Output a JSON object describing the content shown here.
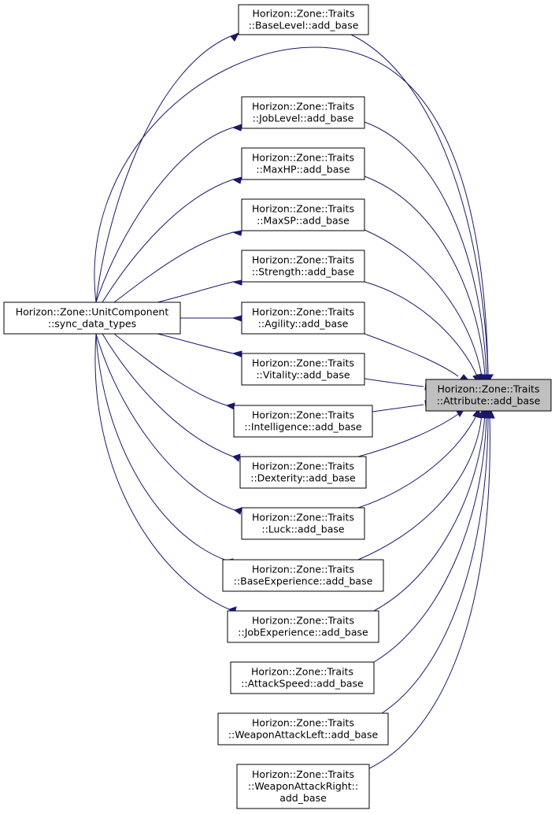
{
  "diagram": {
    "type": "caller-graph",
    "target": {
      "id": "attribute",
      "lines": [
        "Horizon::Zone::Traits",
        "::Attribute::add_base"
      ]
    },
    "caller_nodes": [
      {
        "id": "base_level",
        "lines": [
          "Horizon::Zone::Traits",
          "::BaseLevel::add_base"
        ]
      },
      {
        "id": "job_level",
        "lines": [
          "Horizon::Zone::Traits",
          "::JobLevel::add_base"
        ]
      },
      {
        "id": "max_hp",
        "lines": [
          "Horizon::Zone::Traits",
          "::MaxHP::add_base"
        ]
      },
      {
        "id": "max_sp",
        "lines": [
          "Horizon::Zone::Traits",
          "::MaxSP::add_base"
        ]
      },
      {
        "id": "strength",
        "lines": [
          "Horizon::Zone::Traits",
          "::Strength::add_base"
        ]
      },
      {
        "id": "agility",
        "lines": [
          "Horizon::Zone::Traits",
          "::Agility::add_base"
        ]
      },
      {
        "id": "vitality",
        "lines": [
          "Horizon::Zone::Traits",
          "::Vitality::add_base"
        ]
      },
      {
        "id": "intelligence",
        "lines": [
          "Horizon::Zone::Traits",
          "::Intelligence::add_base"
        ]
      },
      {
        "id": "dexterity",
        "lines": [
          "Horizon::Zone::Traits",
          "::Dexterity::add_base"
        ]
      },
      {
        "id": "luck",
        "lines": [
          "Horizon::Zone::Traits",
          "::Luck::add_base"
        ]
      },
      {
        "id": "base_experience",
        "lines": [
          "Horizon::Zone::Traits",
          "::BaseExperience::add_base"
        ]
      },
      {
        "id": "job_experience",
        "lines": [
          "Horizon::Zone::Traits",
          "::JobExperience::add_base"
        ]
      },
      {
        "id": "attack_speed",
        "lines": [
          "Horizon::Zone::Traits",
          "::AttackSpeed::add_base"
        ]
      },
      {
        "id": "weapon_attack_left",
        "lines": [
          "Horizon::Zone::Traits",
          "::WeaponAttackLeft::add_base"
        ]
      },
      {
        "id": "weapon_attack_right",
        "lines": [
          "Horizon::Zone::Traits",
          "::WeaponAttackRight::",
          "add_base"
        ]
      }
    ],
    "root_caller": {
      "id": "unit_component",
      "lines": [
        "Horizon::Zone::UnitComponent",
        "::sync_data_types"
      ]
    },
    "edges": [
      {
        "from": "unit_component",
        "to": "base_level"
      },
      {
        "from": "unit_component",
        "to": "attribute"
      },
      {
        "from": "unit_component",
        "to": "job_level"
      },
      {
        "from": "unit_component",
        "to": "max_hp"
      },
      {
        "from": "unit_component",
        "to": "max_sp"
      },
      {
        "from": "unit_component",
        "to": "strength"
      },
      {
        "from": "unit_component",
        "to": "agility"
      },
      {
        "from": "unit_component",
        "to": "vitality"
      },
      {
        "from": "unit_component",
        "to": "intelligence"
      },
      {
        "from": "unit_component",
        "to": "dexterity"
      },
      {
        "from": "unit_component",
        "to": "luck"
      },
      {
        "from": "unit_component",
        "to": "base_experience"
      },
      {
        "from": "unit_component",
        "to": "job_experience"
      },
      {
        "from": "base_level",
        "to": "attribute"
      },
      {
        "from": "job_level",
        "to": "attribute"
      },
      {
        "from": "max_hp",
        "to": "attribute"
      },
      {
        "from": "max_sp",
        "to": "attribute"
      },
      {
        "from": "strength",
        "to": "attribute"
      },
      {
        "from": "agility",
        "to": "attribute"
      },
      {
        "from": "vitality",
        "to": "attribute"
      },
      {
        "from": "intelligence",
        "to": "attribute"
      },
      {
        "from": "dexterity",
        "to": "attribute"
      },
      {
        "from": "luck",
        "to": "attribute"
      },
      {
        "from": "base_experience",
        "to": "attribute"
      },
      {
        "from": "job_experience",
        "to": "attribute"
      },
      {
        "from": "attack_speed",
        "to": "attribute"
      },
      {
        "from": "weapon_attack_left",
        "to": "attribute"
      },
      {
        "from": "weapon_attack_right",
        "to": "attribute"
      }
    ],
    "colors": {
      "edge": "#191970",
      "node_border": "#000000",
      "node_fill": "#ffffff",
      "target_fill": "#bfbfbf"
    }
  }
}
